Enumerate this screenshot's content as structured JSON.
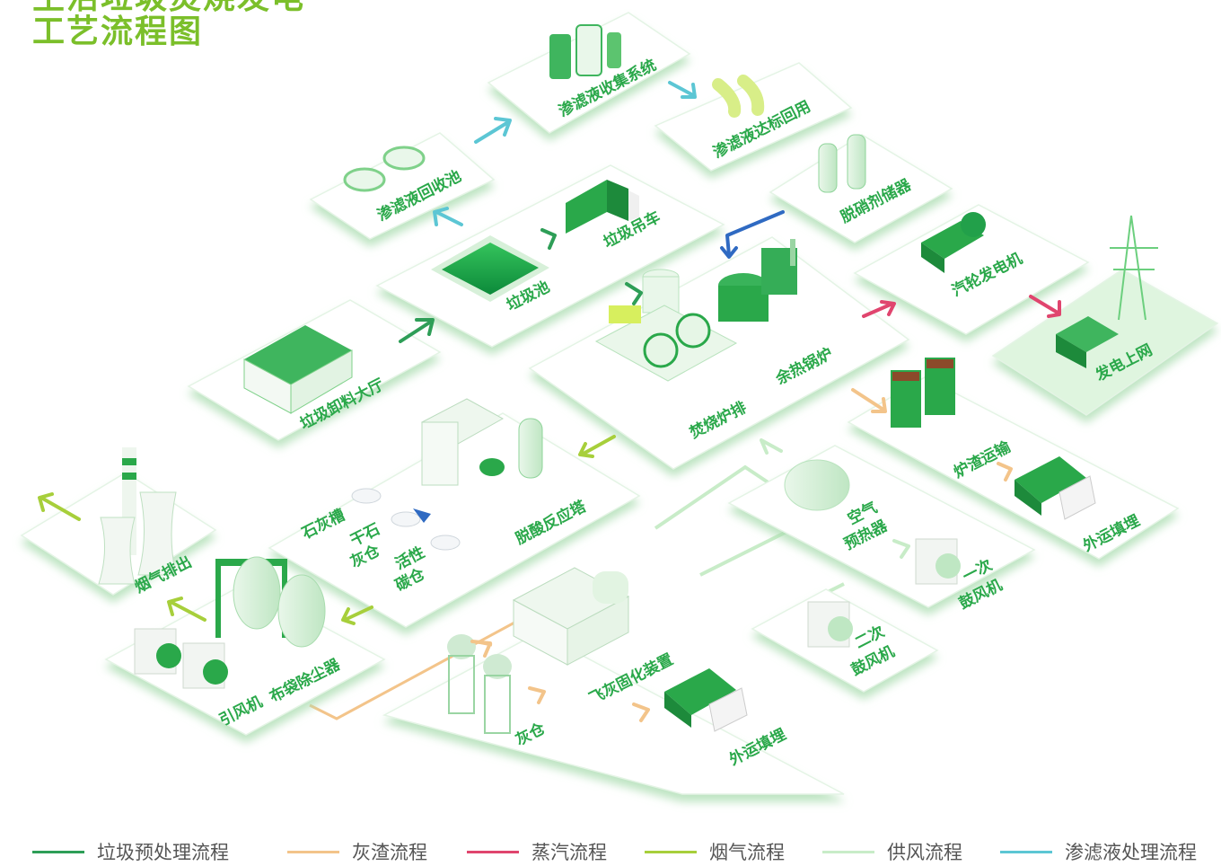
{
  "title": {
    "line1": "生活垃圾焚烧发电",
    "line2": "工艺流程图"
  },
  "colors": {
    "brand": "#7bbf2a",
    "label": "#2aa84a",
    "garbage": "#2e9e57",
    "ash": "#f3c48a",
    "steam": "#e0456e",
    "smoke": "#a7cf3b",
    "air": "#c8ecc8",
    "leachate": "#5cc6d4",
    "denox": "#2f6ac2"
  },
  "nodes": {
    "leachate_collect": "渗滤液收集系统",
    "leachate_reuse": "渗滤液达标回用",
    "leachate_pool": "渗滤液回收池",
    "crane": "垃圾吊车",
    "denox": "脱硝剂储器",
    "pit": "垃圾池",
    "turbine": "汽轮发电机",
    "grid": "发电上网",
    "hall": "垃圾卸料大厅",
    "grate": "焚烧炉排",
    "boiler": "余热锅炉",
    "slag": "炉渣运输",
    "landfill1": "外运填埋",
    "lime": "石灰槽",
    "dry_lime_1": "干石",
    "dry_lime_2": "灰仓",
    "carbon_1": "活性",
    "carbon_2": "碳仓",
    "acid": "脱酸反应塔",
    "stack": "烟气排出",
    "air_pre_1": "空气",
    "air_pre_2": "预热器",
    "fan1_1": "一次",
    "fan1_2": "鼓风机",
    "idfan": "引风机",
    "bagfilter": "布袋除尘器",
    "flyash": "飞灰固化装置",
    "fan2_1": "二次",
    "fan2_2": "鼓风机",
    "ashsilo": "灰仓",
    "landfill2": "外运填埋"
  },
  "legend": [
    {
      "label": "垃圾预处理流程",
      "color": "#2e9e57"
    },
    {
      "label": "灰渣流程",
      "color": "#f3c48a"
    },
    {
      "label": "蒸汽流程",
      "color": "#e0456e"
    },
    {
      "label": "烟气流程",
      "color": "#a7cf3b"
    },
    {
      "label": "供风流程",
      "color": "#c8ecc8"
    },
    {
      "label": "渗滤液处理流程",
      "color": "#5cc6d4"
    }
  ]
}
